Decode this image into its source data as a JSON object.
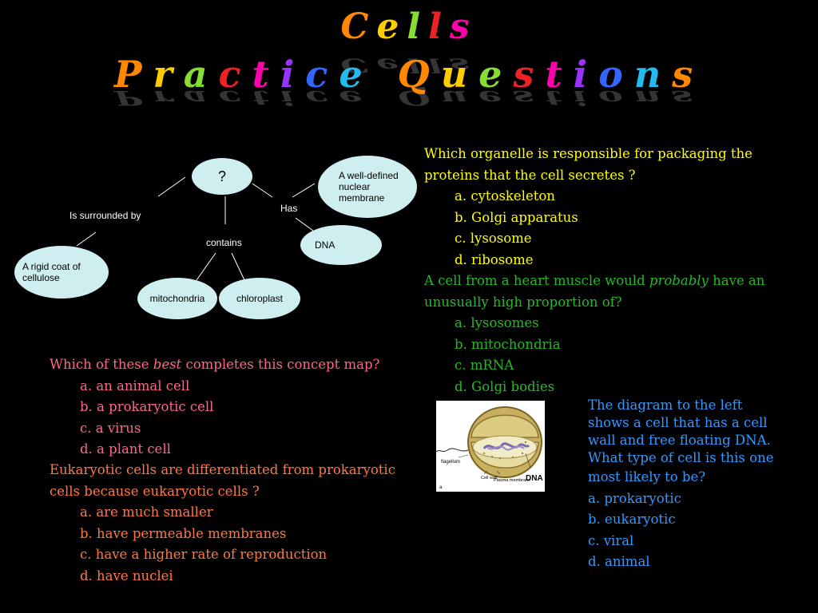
{
  "title": {
    "line1": "Cells",
    "line2": "Practice Questions",
    "colors": [
      "#ff8800",
      "#ffcc00",
      "#88dd33",
      "#ee2222",
      "#ff00aa",
      "#9933ff",
      "#3366ff",
      "#22bbee"
    ]
  },
  "concept_map": {
    "center": "?",
    "nuclear": "A well-defined nuclear membrane",
    "dna": "DNA",
    "rigid_coat": "A rigid coat of cellulose",
    "mito": "mitochondria",
    "chloro": "chloroplast",
    "surrounded_label": "Is surrounded by",
    "contains_label": "contains",
    "has_label": "Has"
  },
  "q_golgi": {
    "stem1": "Which organelle is responsible for packaging the",
    "stem2": "proteins that the cell secretes ?",
    "a": "a. cytoskeleton",
    "b": "b. Golgi apparatus",
    "c": "c. lysosome",
    "d": "d. ribosome"
  },
  "q_heart": {
    "stem_pre": "A cell from a heart muscle would ",
    "stem_em": "probably",
    "stem_post": " have an",
    "stem2": "unusually high proportion of?",
    "a": "a. lysosomes",
    "b": "b. mitochondria",
    "c": "c. mRNA",
    "d": "d. Golgi bodies"
  },
  "q_map": {
    "stem_pre": "Which of these ",
    "stem_em": "best",
    "stem_post": " completes this concept map?",
    "a": "a. an animal cell",
    "b": "b. a prokaryotic cell",
    "c": "c. a virus",
    "d": "d. a plant cell"
  },
  "q_euk": {
    "stem1": "Eukaryotic cells are differentiated from prokaryotic",
    "stem2": "cells because eukaryotic cells ?",
    "a": "a. are much smaller",
    "b": "b. have permeable membranes",
    "c": "c. have a higher rate of reproduction",
    "d": "d. have nuclei"
  },
  "q_diagram": {
    "stem1": "The diagram to the left",
    "stem2": "shows a cell that has a cell",
    "stem3": "wall and free floating DNA.",
    "stem4": "What type of cell is this one",
    "stem5": "most likely to be?",
    "a": "a. prokaryotic",
    "b": "b. eukaryotic",
    "c": "c. viral",
    "d": "d. animal"
  },
  "figure": {
    "flagellum": "flagellum",
    "cell_wall": "Cell wall",
    "plasma_membrane": "Plasma membrane",
    "dna": "DNA",
    "a": "a"
  }
}
